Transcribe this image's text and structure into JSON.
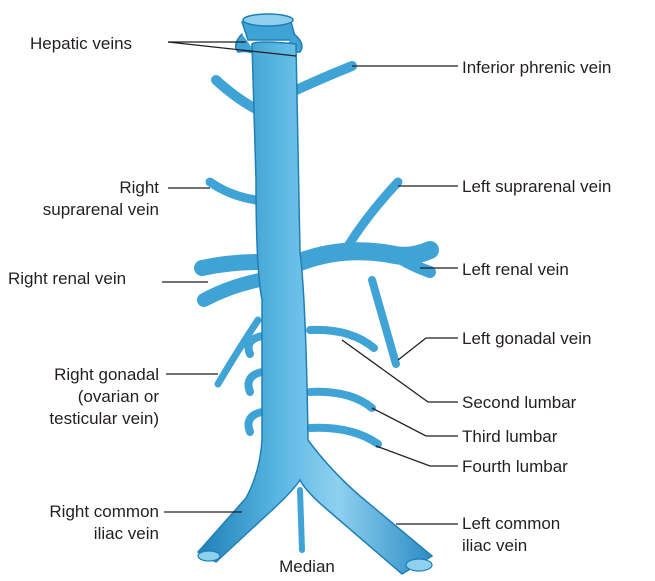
{
  "colors": {
    "vein_fill": "#3fa3d6",
    "vein_dark": "#1f7fb6",
    "vein_light": "#8fd0ef",
    "leader": "#231f20",
    "text": "#231f20"
  },
  "labels": {
    "hepatic_veins": "Hepatic veins",
    "inferior_phrenic": "Inferior phrenic vein",
    "right_suprarenal_1": "Right",
    "right_suprarenal_2": "suprarenal vein",
    "left_suprarenal": "Left suprarenal vein",
    "right_renal": "Right renal vein",
    "left_renal": "Left renal vein",
    "left_gonadal": "Left gonadal vein",
    "right_gonadal_1": "Right gonadal",
    "right_gonadal_2": "(ovarian or",
    "right_gonadal_3": "testicular vein)",
    "second_lumbar": "Second lumbar",
    "third_lumbar": "Third lumbar",
    "fourth_lumbar": "Fourth lumbar",
    "right_common_iliac_1": "Right common",
    "right_common_iliac_2": "iliac vein",
    "left_common_iliac_1": "Left common",
    "left_common_iliac_2": "iliac vein",
    "median": "Median"
  }
}
